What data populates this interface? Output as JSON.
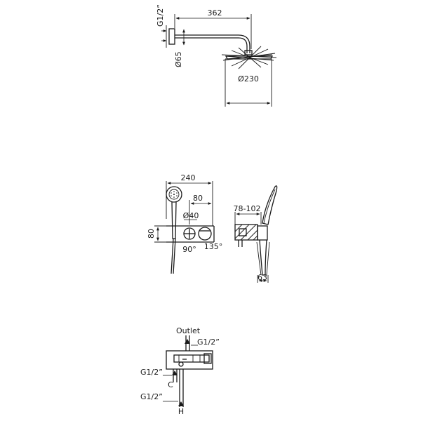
{
  "shower_head": {
    "arm_length": "362",
    "thread": "G1/2”",
    "flange_diameter": "Ø65",
    "head_diameter": "Ø230"
  },
  "mixer": {
    "total_width": "240",
    "knob_spacing": "80",
    "knob_diameter": "Ø40",
    "height": "80",
    "angle_left": "90°",
    "angle_right": "135°",
    "depth_range": "78-102",
    "side_depth": "63"
  },
  "connections": {
    "outlet_label": "Outlet",
    "outlet_thread": "G1/2”",
    "cold_thread": "G1/2”",
    "cold_label": "C",
    "hot_thread": "G1/2”",
    "hot_label": "H"
  }
}
